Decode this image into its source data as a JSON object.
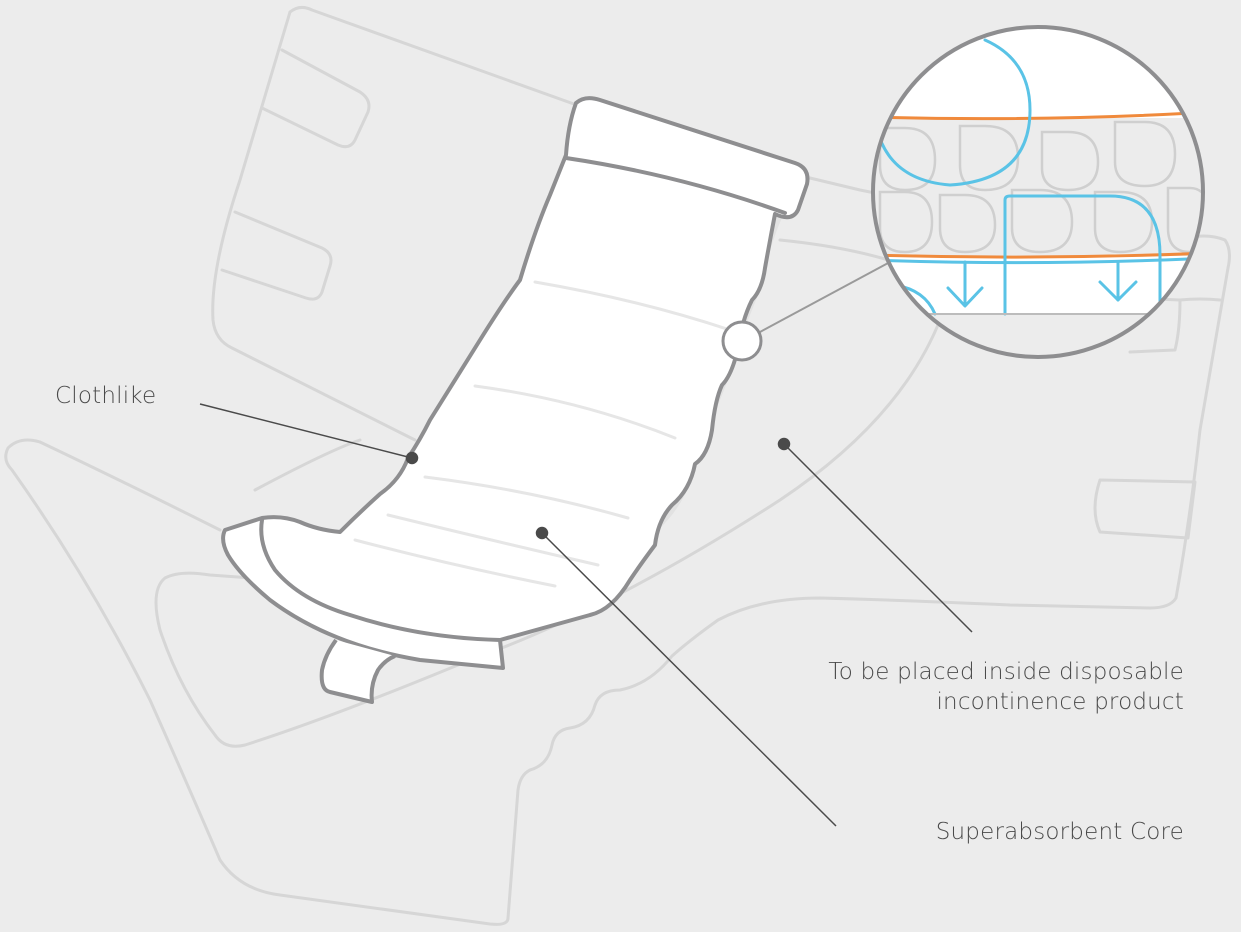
{
  "labels": {
    "clothlike": "Clothlike",
    "placement_line1": "To be placed inside disposable",
    "placement_line2": "incontinence product",
    "core": "Superabsorbent Core"
  },
  "colors": {
    "background": "#ececec",
    "ghost_outline": "#d6d6d6",
    "pad_outline": "#8e8e90",
    "pad_fill": "#ffffff",
    "pad_shadow": "#e2e2e2",
    "leader_line": "#4a4a4a",
    "orange_layer": "#f08a3c",
    "blue_flow": "#5ac3e6",
    "text": "#4a4a4a"
  },
  "icons": {
    "zoom": "magnifier-circle",
    "flow": "down-arrow"
  }
}
